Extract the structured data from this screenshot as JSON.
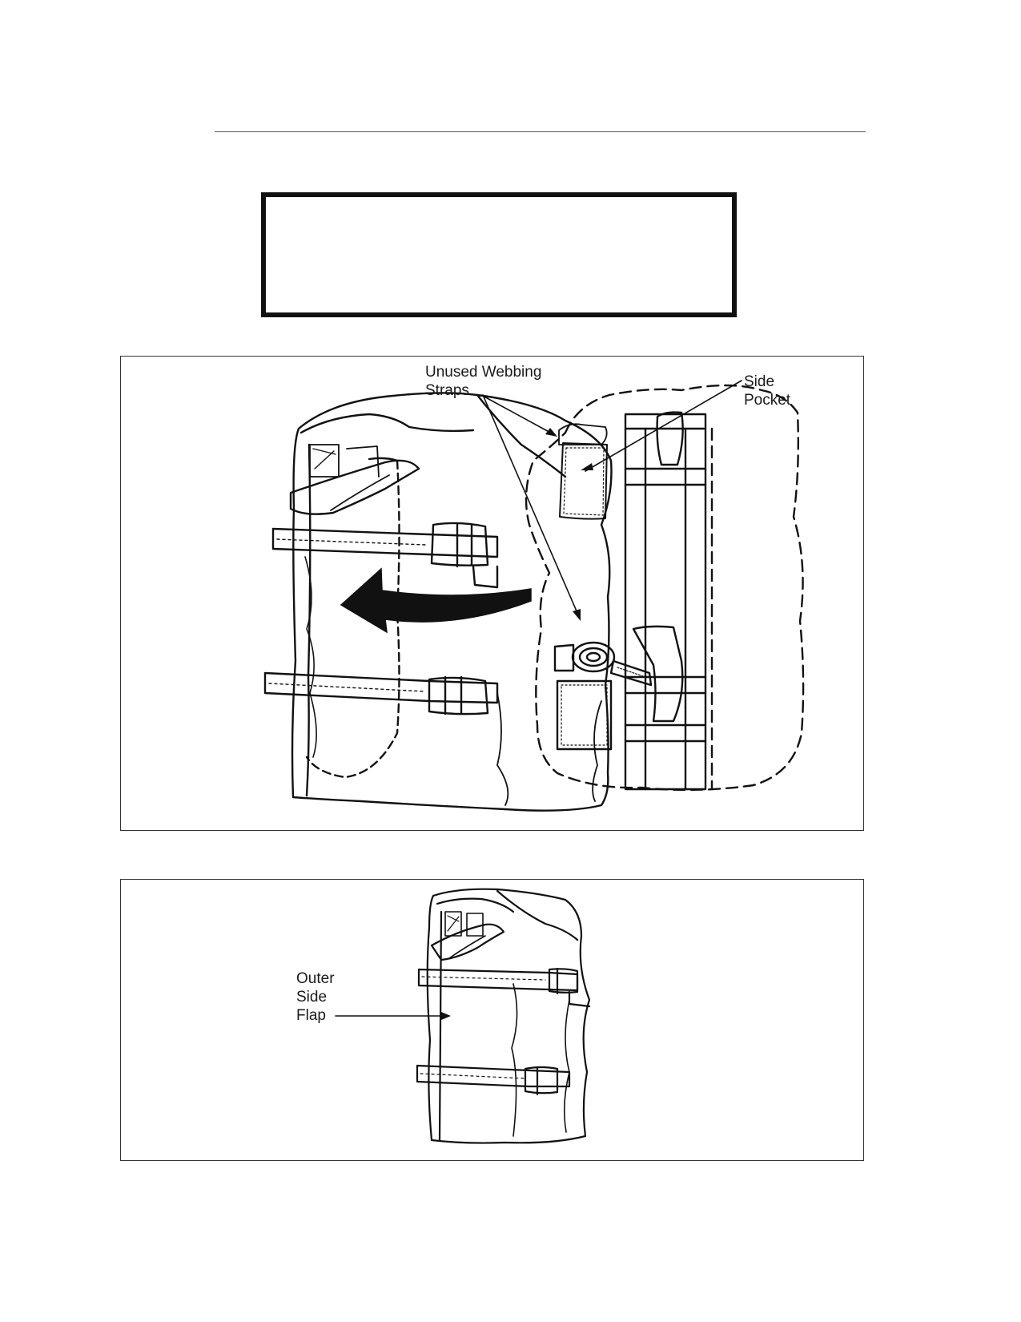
{
  "figure1": {
    "labels": {
      "unused_webbing_straps": "Unused Webbing\nStraps",
      "side_pocket": "Side\nPocket"
    }
  },
  "figure2": {
    "labels": {
      "outer_side_flap": "Outer\nSide\nFlap"
    }
  }
}
